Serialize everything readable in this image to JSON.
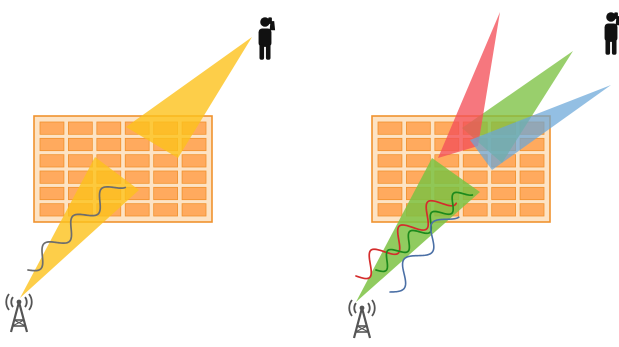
{
  "colors": {
    "background": "#ffffff",
    "surface_fill": "#fde3c4",
    "surface_border": "#f0922e",
    "cell_fill": "#ffaa5e",
    "cell_border": "#f0922e",
    "beam_yellow": "#fcc21b",
    "beam_red": "#f3515a",
    "beam_green": "#7cc243",
    "beam_blue": "#6aa6d8",
    "wave_gray": "#6d6d6d",
    "wave_red": "#d42c2c",
    "wave_green": "#1c8a1c",
    "wave_blue": "#4a6fa5",
    "icon_black": "#111111",
    "tower_gray": "#555555"
  },
  "icons": {
    "tower": "antenna-tower-icon",
    "user": "person-phone-icon"
  },
  "surface": {
    "rows": 6,
    "cols": 6
  },
  "scenarios": [
    {
      "id": "single-beam",
      "beams": [
        "yellow"
      ],
      "waves": [
        "gray"
      ]
    },
    {
      "id": "multi-beam",
      "beams": [
        "green",
        "red",
        "green",
        "blue"
      ],
      "waves": [
        "red",
        "green",
        "blue"
      ]
    }
  ]
}
